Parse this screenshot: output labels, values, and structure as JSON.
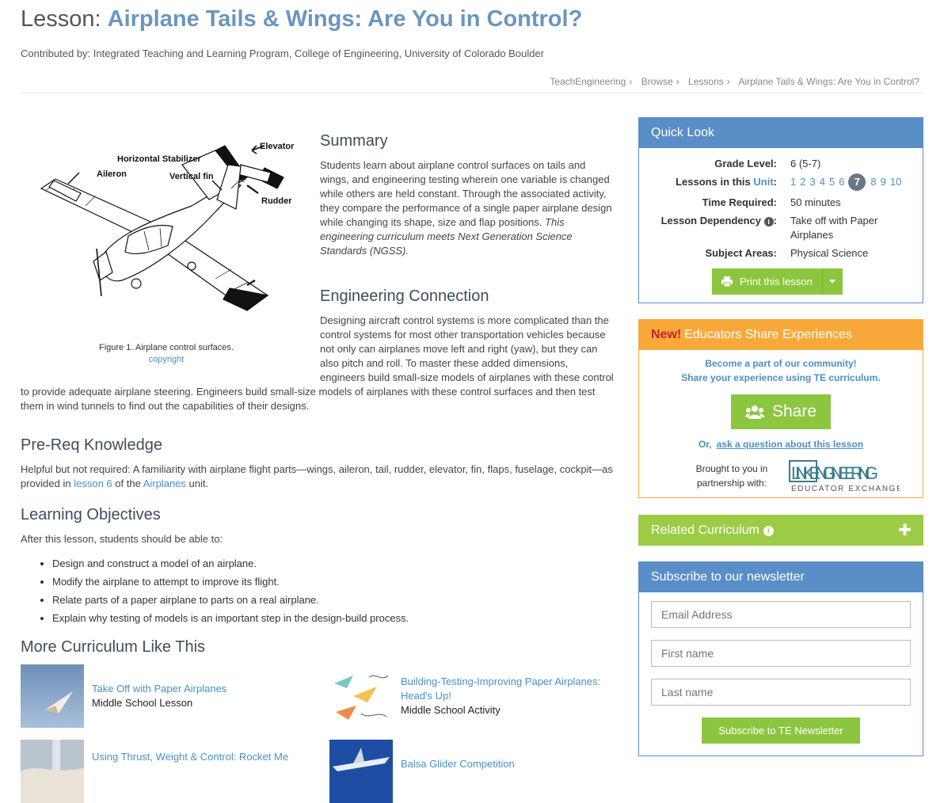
{
  "header": {
    "title_prefix": "Lesson:",
    "title_main": "Airplane Tails & Wings: Are You in Control?",
    "contributor": "Contributed by: Integrated Teaching and Learning Program, College of Engineering, University of Colorado Boulder",
    "breadcrumb": [
      "TeachEngineering",
      "Browse",
      "Lessons",
      "Airplane Tails & Wings: Are You in Control?"
    ]
  },
  "figure": {
    "labels": {
      "elevator": "Elevator",
      "horizontal_stabilizer": "Horizontal Stabilizer",
      "aileron": "Aileron",
      "vertical_fin": "Vertical fin",
      "rudder": "Rudder"
    },
    "caption": "Figure 1. Airplane control surfaces.",
    "copyright": "copyright"
  },
  "summary": {
    "heading": "Summary",
    "text": "Students learn about airplane control surfaces on tails and wings, and engineering testing wherein one variable is changed while others are held constant. Through the associated activity, they compare the performance of a single paper airplane design while changing its shape, size and flap positions.",
    "ngss": "This engineering curriculum meets Next Generation Science Standards (NGSS)."
  },
  "engineering": {
    "heading": "Engineering Connection",
    "text_narrow": "Designing aircraft control systems is more complicated than the control systems for most other transportation vehicles because not only can airplanes move left and right (yaw), but they can also pitch and roll. To master these added dimensions, engineers build small-size models of airplanes with these control surfaces and then",
    "text_wide": "to provide adequate airplane steering. Engineers build small-size models of airplanes with these control surfaces and then test them in wind tunnels to find out the capabilities of their designs."
  },
  "prereq": {
    "heading": "Pre-Req Knowledge",
    "text_before": "Helpful but not required: A familiarity with airplane flight parts—wings, aileron, tail, rudder, elevator, fin, flaps, fuselage, cockpit—as provided in",
    "link1": "lesson 6",
    "text_middle": "of the",
    "link2": "Airplanes",
    "text_after": "unit."
  },
  "objectives": {
    "heading": "Learning Objectives",
    "intro": "After this lesson, students should be able to:",
    "items": [
      "Design and construct a model of an airplane.",
      "Modify the airplane to attempt to improve its flight.",
      "Relate parts of a paper airplane to parts on a real airplane.",
      "Explain why testing of models is an important step in the design-build process."
    ]
  },
  "more": {
    "heading": "More Curriculum Like This",
    "items": [
      {
        "title": "Take Off with Paper Airplanes",
        "type": "Middle School Lesson"
      },
      {
        "title": "Building-Testing-Improving Paper Airplanes: Head's Up!",
        "type": "Middle School Activity"
      },
      {
        "title": "Using Thrust, Weight & Control: Rocket Me",
        "type": ""
      },
      {
        "title": "Balsa Glider Competition",
        "type": ""
      }
    ]
  },
  "quick_look": {
    "heading": "Quick Look",
    "grade_label": "Grade Level:",
    "grade_value": "6 (5-7)",
    "lessons_label_prefix": "Lessons in this",
    "lessons_label_link": "Unit",
    "lessons_label_suffix": ":",
    "unit_numbers": [
      "1",
      "2",
      "3",
      "4",
      "5",
      "6",
      "7",
      "8",
      "9",
      "10"
    ],
    "current_unit": "7",
    "time_label": "Time Required:",
    "time_value": "50 minutes",
    "dependency_label": "Lesson Dependency",
    "dependency_suffix": ":",
    "dependency_value": "Take off with Paper Airplanes",
    "subject_label": "Subject Areas:",
    "subject_value": "Physical Science",
    "print_label": "Print this lesson"
  },
  "share": {
    "new": "New!",
    "heading": "Educators Share Experiences",
    "line1": "Become a part of our community!",
    "line2": "Share your experience using TE curriculum.",
    "button": "Share",
    "or": "Or,",
    "ask": "ask a question about this lesson",
    "brought": "Brought to you in partnership with:",
    "logo_main": "ENGINEERING",
    "logo_link": "LINK",
    "logo_sub": "EDUCATOR EXCHANGE"
  },
  "related": {
    "heading": "Related Curriculum"
  },
  "newsletter": {
    "heading": "Subscribe to our newsletter",
    "email_placeholder": "Email Address",
    "first_placeholder": "First name",
    "last_placeholder": "Last name",
    "button": "Subscribe to TE Newsletter"
  },
  "colors": {
    "title_blue": "#6a96bf",
    "link_blue": "#4a90c6",
    "panel_blue": "#5a8ec6",
    "green": "#8cc63f",
    "orange": "#f9a93a",
    "new_red": "#c0242b"
  }
}
